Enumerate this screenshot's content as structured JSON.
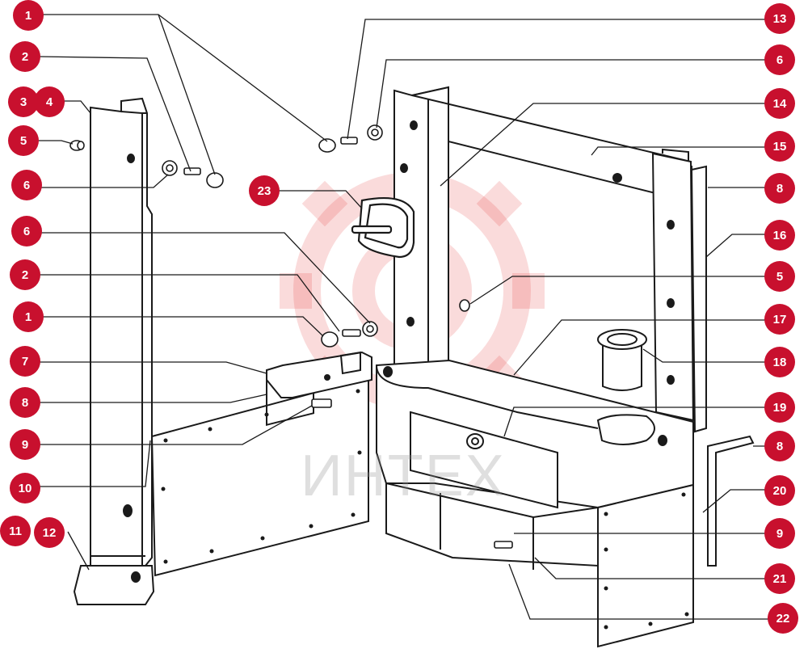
{
  "watermark": {
    "text": "ИНТЕХ",
    "color": "#e53935"
  },
  "accent": "#c8102e",
  "callouts": [
    {
      "id": "c1a",
      "label": "1"
    },
    {
      "id": "c2a",
      "label": "2"
    },
    {
      "id": "c3",
      "label": "3"
    },
    {
      "id": "c4",
      "label": "4"
    },
    {
      "id": "c5a",
      "label": "5"
    },
    {
      "id": "c6a",
      "label": "6"
    },
    {
      "id": "c6b",
      "label": "6"
    },
    {
      "id": "c2b",
      "label": "2"
    },
    {
      "id": "c1b",
      "label": "1"
    },
    {
      "id": "c7",
      "label": "7"
    },
    {
      "id": "c8a",
      "label": "8"
    },
    {
      "id": "c9a",
      "label": "9"
    },
    {
      "id": "c10",
      "label": "10"
    },
    {
      "id": "c11",
      "label": "11"
    },
    {
      "id": "c12",
      "label": "12"
    },
    {
      "id": "c23",
      "label": "23"
    },
    {
      "id": "c13",
      "label": "13"
    },
    {
      "id": "c6c",
      "label": "6"
    },
    {
      "id": "c14",
      "label": "14"
    },
    {
      "id": "c15",
      "label": "15"
    },
    {
      "id": "c8b",
      "label": "8"
    },
    {
      "id": "c16",
      "label": "16"
    },
    {
      "id": "c5b",
      "label": "5"
    },
    {
      "id": "c17",
      "label": "17"
    },
    {
      "id": "c18",
      "label": "18"
    },
    {
      "id": "c19",
      "label": "19"
    },
    {
      "id": "c8c",
      "label": "8"
    },
    {
      "id": "c20",
      "label": "20"
    },
    {
      "id": "c9b",
      "label": "9"
    },
    {
      "id": "c21",
      "label": "21"
    },
    {
      "id": "c22",
      "label": "22"
    }
  ]
}
